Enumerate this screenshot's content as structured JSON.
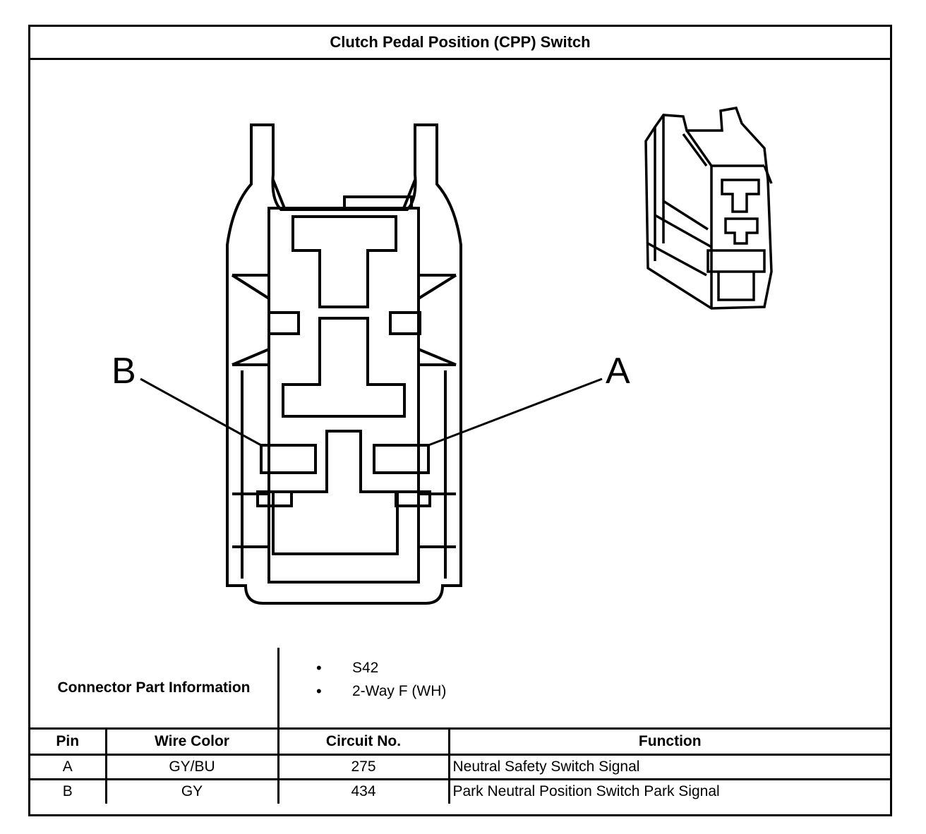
{
  "title": "Clutch Pedal Position (CPP) Switch",
  "diagram": {
    "pin_labels": [
      {
        "pin": "B"
      },
      {
        "pin": "A"
      }
    ]
  },
  "connector_info": {
    "label": "Connector Part Information",
    "items": [
      "S42",
      "2-Way F (WH)"
    ]
  },
  "table": {
    "headers": [
      "Pin",
      "Wire Color",
      "Circuit No.",
      "Function"
    ],
    "rows": [
      {
        "pin": "A",
        "wire_color": "GY/BU",
        "circuit": "275",
        "function": "Neutral Safety Switch Signal"
      },
      {
        "pin": "B",
        "wire_color": "GY",
        "circuit": "434",
        "function": "Park Neutral Position Switch Park Signal"
      }
    ]
  }
}
